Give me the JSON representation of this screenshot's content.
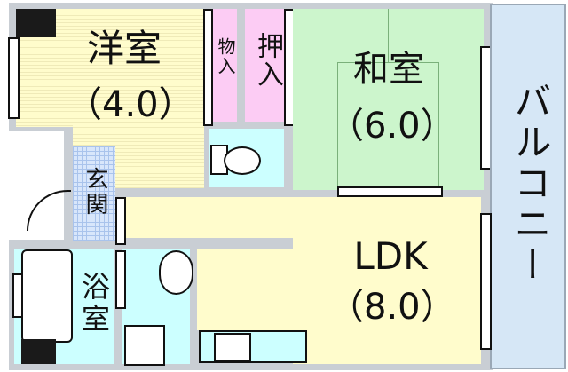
{
  "rooms": {
    "western_room": {
      "name": "洋室",
      "size": "（4.0）"
    },
    "closet": {
      "name": "物入"
    },
    "oshiire": {
      "name": "押入"
    },
    "japanese_room": {
      "name": "和室",
      "size": "（6.0）"
    },
    "balcony": {
      "name": "バルコニー"
    },
    "entrance": {
      "name": "玄関"
    },
    "bath": {
      "name": "浴室"
    },
    "ldk": {
      "name": "LDK",
      "size": "（8.0）"
    }
  }
}
